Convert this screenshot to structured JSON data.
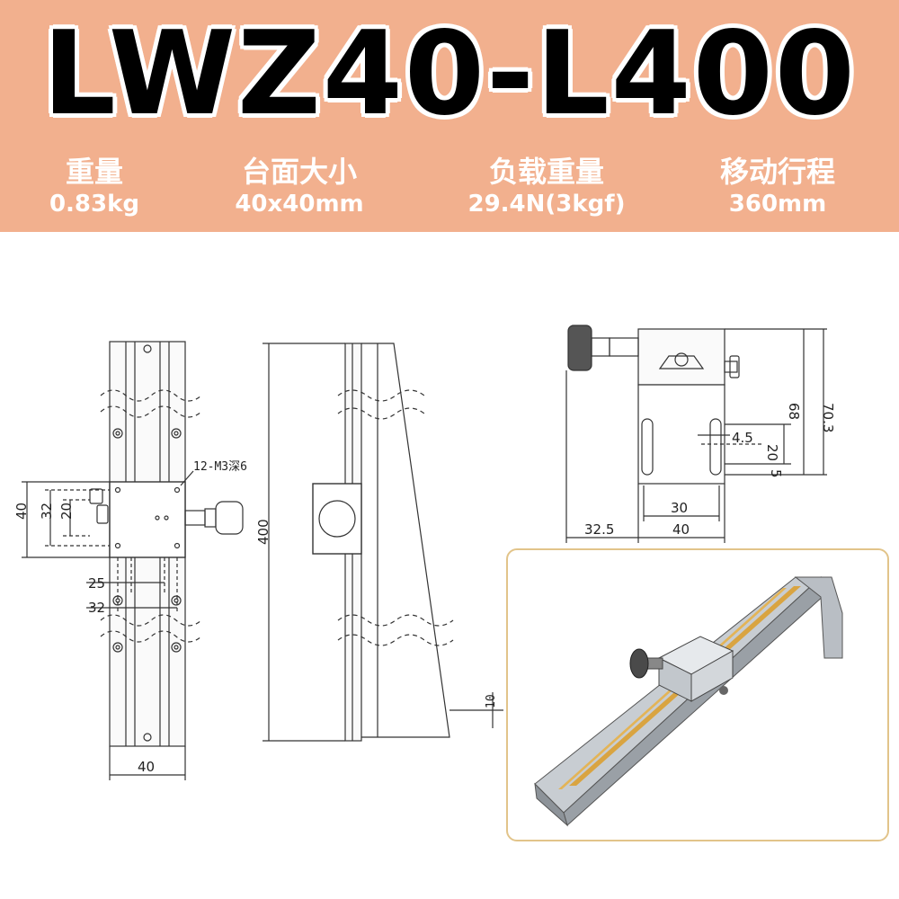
{
  "title": "LWZ40-L400",
  "specs": [
    {
      "label": "重量",
      "value": "0.83kg"
    },
    {
      "label": "台面大小",
      "value": "40x40mm"
    },
    {
      "label": "负载重量",
      "value": "29.4N(3kgf)"
    },
    {
      "label": "移动行程",
      "value": "360mm"
    }
  ],
  "front_view": {
    "note": "12-M3深6",
    "dims": {
      "d40_left": "40",
      "d32": "32",
      "d20": "20",
      "d25": "25",
      "d32_bottom": "32",
      "d40_bottom": "40"
    }
  },
  "side_view": {
    "dims": {
      "d400": "400",
      "d10": "10"
    }
  },
  "end_view": {
    "dims": {
      "d68": "68",
      "d70_3": "70.3",
      "d4_5": "4.5",
      "d20": "20",
      "d5": "5",
      "d30": "30",
      "d32_5": "32.5",
      "d40": "40"
    }
  },
  "colors": {
    "banner": "#f2b08e",
    "rail_gold": "#d9a441",
    "frame": "#e2c48a"
  }
}
